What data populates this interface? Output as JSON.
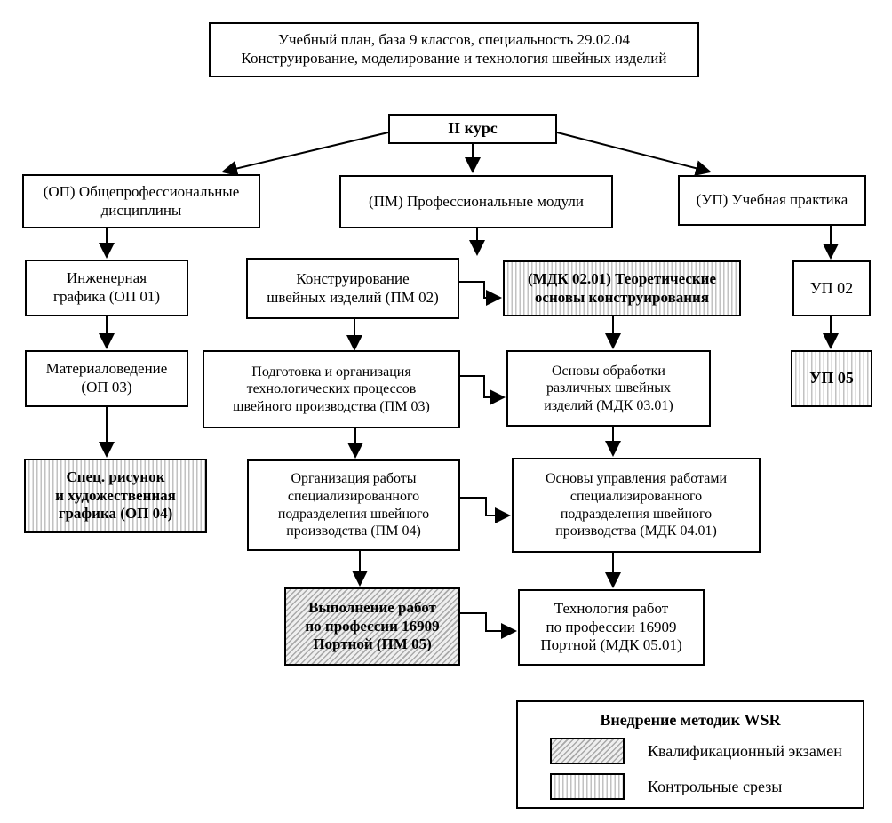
{
  "diagram": {
    "header": {
      "lines": [
        "Учебный план, база 9 классов, специальность 29.02.04",
        "Конструирование, моделирование и технология швейных изделий"
      ]
    },
    "nodes": {
      "course": {
        "label": "II курс"
      },
      "branch_op": {
        "lines": [
          "(ОП) Общепрофессиональные",
          "дисциплины"
        ]
      },
      "branch_pm": {
        "lines": [
          "(ПМ) Профессиональные модули"
        ]
      },
      "branch_up": {
        "lines": [
          "(УП) Учебная практика"
        ]
      },
      "op01": {
        "lines": [
          "Инженерная",
          "графика (ОП 01)"
        ]
      },
      "op03": {
        "lines": [
          "Материаловедение",
          "(ОП 03)"
        ]
      },
      "op04": {
        "lines": [
          "Спец. рисунок",
          "и художественная",
          "графика (ОП 04)"
        ],
        "pattern": "vertical-lines"
      },
      "pm02": {
        "lines": [
          "Конструирование",
          "швейных изделий (ПМ 02)"
        ]
      },
      "mdk0201": {
        "lines": [
          "(МДК 02.01) Теоретические",
          "основы конструирования"
        ],
        "pattern": "vertical-lines"
      },
      "pm03": {
        "lines": [
          "Подготовка и организация",
          "технологических процессов",
          "швейного производства (ПМ 03)"
        ]
      },
      "mdk0301": {
        "lines": [
          "Основы обработки",
          "различных швейных",
          "изделий (МДК 03.01)"
        ]
      },
      "pm04": {
        "lines": [
          "Организация работы",
          "специализированного",
          "подразделения швейного",
          "производства (ПМ 04)"
        ]
      },
      "mdk0401": {
        "lines": [
          "Основы управления работами",
          "специализированного",
          "подразделения швейного",
          "производства (МДК 04.01)"
        ]
      },
      "pm05": {
        "lines": [
          "Выполнение работ",
          "по профессии 16909",
          "Портной (ПМ 05)"
        ],
        "pattern": "diagonal-hatch"
      },
      "mdk0501": {
        "lines": [
          "Технология работ",
          "по профессии 16909",
          "Портной (МДК 05.01)"
        ]
      },
      "up02": {
        "label": "УП 02"
      },
      "up05": {
        "label": "УП 05",
        "pattern": "vertical-lines"
      }
    },
    "legend": {
      "title": "Внедрение методик WSR",
      "items": [
        {
          "label": "Квалификационный экзамен",
          "pattern": "diagonal-hatch"
        },
        {
          "label": "Контрольные срезы",
          "pattern": "vertical-lines"
        }
      ]
    },
    "colors": {
      "border": "#000000",
      "text": "#000000",
      "background": "#ffffff",
      "hatch_line": "#a9a9a9"
    }
  }
}
